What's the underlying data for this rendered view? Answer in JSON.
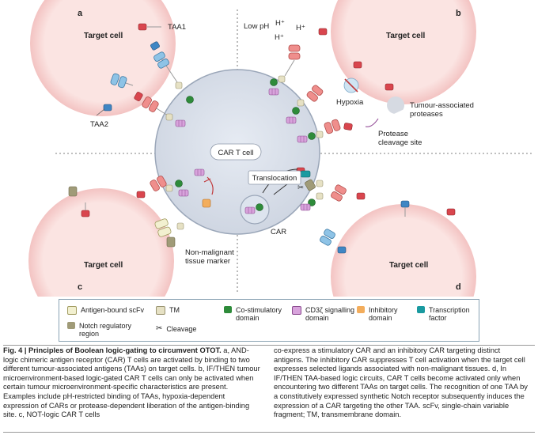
{
  "panels": {
    "a": "a",
    "b": "b",
    "c": "c",
    "d": "d"
  },
  "cells": {
    "target_a": "Target cell",
    "target_b": "Target cell",
    "target_c": "Target cell",
    "target_d": "Target cell",
    "car_t": "CAR T cell"
  },
  "labels": {
    "taa1": "TAA1",
    "taa2": "TAA2",
    "low_ph": "Low pH",
    "h1": "H⁺",
    "h2": "H⁺",
    "h3": "H⁺",
    "hypoxia": "Hypoxia",
    "proteases": [
      "Tumour-associated",
      "proteases"
    ],
    "cleavage_site": [
      "Protease",
      "cleavage site"
    ],
    "translocation": "Translocation",
    "car": "CAR",
    "non_malignant": [
      "Non-malignant",
      "tissue marker"
    ]
  },
  "legend": {
    "items": [
      {
        "text": "Antigen-bound scFv",
        "color": "#f2f0d0"
      },
      {
        "text": "TM",
        "color": "#e6e1c4"
      },
      {
        "text": "Co-stimulatory domain",
        "color": "#2e8b3a"
      },
      {
        "text": "CD3ζ signalling domain",
        "color": "#c783c9"
      },
      {
        "text": "Inhibitory domain",
        "color": "#f3ad5c"
      },
      {
        "text": "Transcription factor",
        "color": "#1a9aa0"
      },
      {
        "text": "Notch regulatory region",
        "color": "#a09b78"
      },
      {
        "text": "Cleavage",
        "color": "#444444"
      }
    ]
  },
  "caption": {
    "title": "Fig. 4 | Principles of Boolean logic-gating to circumvent OTOT.",
    "left_text": " a, AND-logic chimeric antigen receptor (CAR) T cells are activated by binding to two different tumour-associated antigens (TAAs) on target cells. b, IF/THEN tumour microenvironment-based logic-gated CAR T cells can only be activated when certain tumour microenvironment-specific characteristics are present. Examples include pH-restricted binding of TAAs, hypoxia-dependent expression of CARs or protease-dependent liberation of the antigen-binding site. c, NOT-logic CAR T cells",
    "right_text": "co-express a stimulatory CAR and an inhibitory CAR targeting distinct antigens. The inhibitory CAR suppresses T cell activation when the target cell expresses selected ligands associated with non-malignant tissues. d, In IF/THEN TAA-based logic circuits, CAR T cells become activated only when encountering two different TAAs on target cells. The recognition of one TAA by a constitutively expressed synthetic Notch receptor subsequently induces the expression of a CAR targeting the other TAA. scFv, single-chain variable fragment; TM, transmembrane domain."
  }
}
